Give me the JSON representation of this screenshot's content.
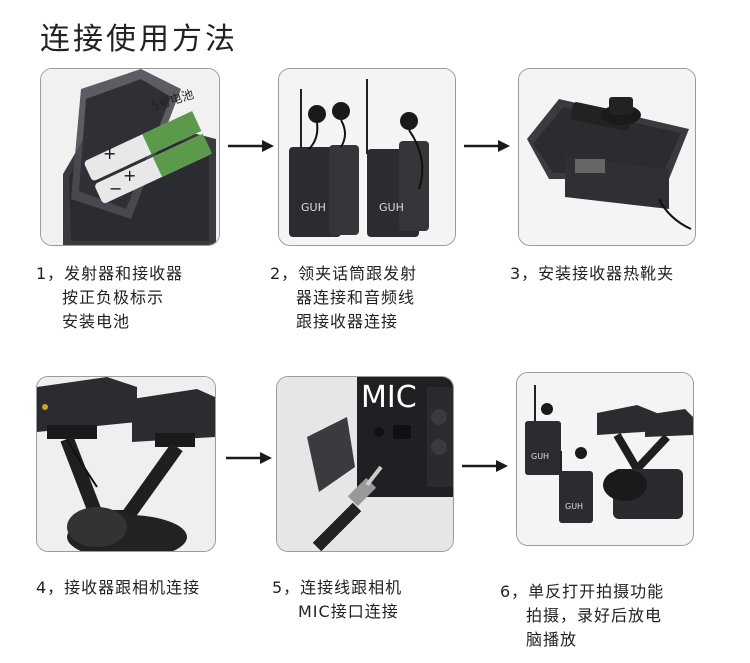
{
  "page": {
    "title": "连接使用方法"
  },
  "steps": [
    {
      "lines": [
        "1，发射器和接收器",
        "按正负极标示",
        "安装电池"
      ],
      "photo_label": "5号电池",
      "icon": "battery-icon"
    },
    {
      "lines": [
        "2，领夹话筒跟发射",
        "器连接和音频线",
        "跟接收器连接"
      ],
      "brand_label": "GUH",
      "icon": "transmitter-icon"
    },
    {
      "lines": [
        "3，安装接收器热靴夹"
      ],
      "icon": "hot-shoe-icon"
    },
    {
      "lines": [
        "4，接收器跟相机连接"
      ],
      "icon": "camera-bracket-icon"
    },
    {
      "lines": [
        "5，连接线跟相机",
        "MIC接口连接"
      ],
      "photo_label": "MIC",
      "icon": "audio-jack-icon"
    },
    {
      "lines": [
        "6，单反打开拍摄功能",
        "拍摄，录好后放电",
        "脑播放"
      ],
      "brand_label": "GUH",
      "icon": "camera-rig-icon"
    }
  ],
  "colors": {
    "device": "#2b2c2f",
    "device_light": "#4a4c52",
    "arrow": "#1a1a1a",
    "border": "#9a9a9a",
    "battery_green": "#5b9a4a"
  }
}
